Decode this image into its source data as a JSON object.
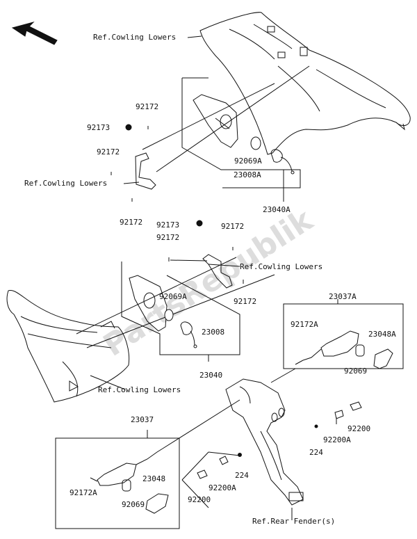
{
  "diagram": {
    "labels": {
      "ref_cowling_top": "Ref.Cowling Lowers",
      "ref_cowling_left_upper": "Ref.Cowling Lowers",
      "ref_cowling_mid": "Ref.Cowling Lowers",
      "ref_cowling_bottom": "Ref.Cowling Lowers",
      "ref_rear_fender": "Ref.Rear Fender(s)",
      "p92172_a": "92172",
      "p92173_a": "92173",
      "p92172_b": "92172",
      "p92172_c": "92172",
      "p92069A_a": "92069A",
      "p23008A": "23008A",
      "p23040A": "23040A",
      "p92173_b": "92173",
      "p92172_d": "92172",
      "p92172_e": "92172",
      "p92069A_b": "92069A",
      "p92172_f": "92172",
      "p23008": "23008",
      "p23040": "23040",
      "p23037A": "23037A",
      "p92172A_a": "92172A",
      "p23048A": "23048A",
      "p92069_a": "92069",
      "p92200_a": "92200",
      "p92200A_a": "92200A",
      "p224_a": "224",
      "p23037": "23037",
      "p224_b": "224",
      "p92200A_b": "92200A",
      "p92200_b": "92200",
      "p92172A_b": "92172A",
      "p92069_b": "92069",
      "p23048": "23048"
    },
    "watermark": "PartsRepublik",
    "front_arrow_icon": "front-direction-arrow-icon"
  }
}
